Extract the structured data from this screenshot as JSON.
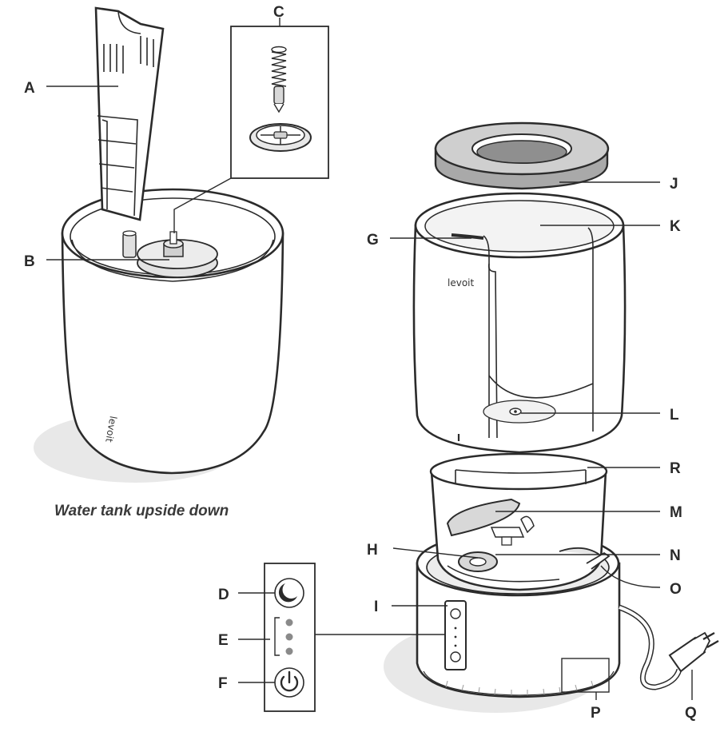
{
  "caption": "Water tank upside down",
  "brand": "levoit",
  "labels": {
    "A": "A",
    "B": "B",
    "C": "C",
    "D": "D",
    "E": "E",
    "F": "F",
    "G": "G",
    "H": "H",
    "I": "I",
    "J": "J",
    "K": "K",
    "L": "L",
    "M": "M",
    "N": "N",
    "O": "O",
    "P": "P",
    "Q": "Q",
    "R": "R"
  },
  "icons": {
    "sleep": "moon-icon",
    "power": "power-icon"
  }
}
